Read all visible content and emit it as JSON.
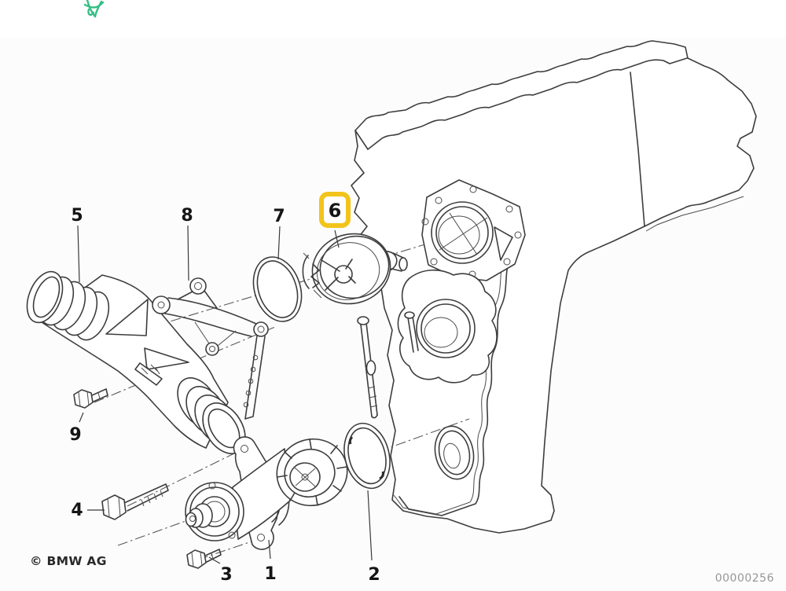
{
  "header_icon": {
    "name": "green-sprout-icon",
    "color": "#35bd85"
  },
  "diagram": {
    "kind": "exploded-parts-line-drawing",
    "line_color": "#3d3d3d",
    "highlight_color": "#F2C41B",
    "parts": [
      {
        "number": "1",
        "highlighted": false
      },
      {
        "number": "2",
        "highlighted": false
      },
      {
        "number": "3",
        "highlighted": false
      },
      {
        "number": "4",
        "highlighted": false
      },
      {
        "number": "5",
        "highlighted": false
      },
      {
        "number": "6",
        "highlighted": true
      },
      {
        "number": "7",
        "highlighted": false
      },
      {
        "number": "8",
        "highlighted": false
      },
      {
        "number": "9",
        "highlighted": false
      }
    ]
  },
  "footer": {
    "copyright": "© BMW AG",
    "drawing_number": "00000256"
  }
}
